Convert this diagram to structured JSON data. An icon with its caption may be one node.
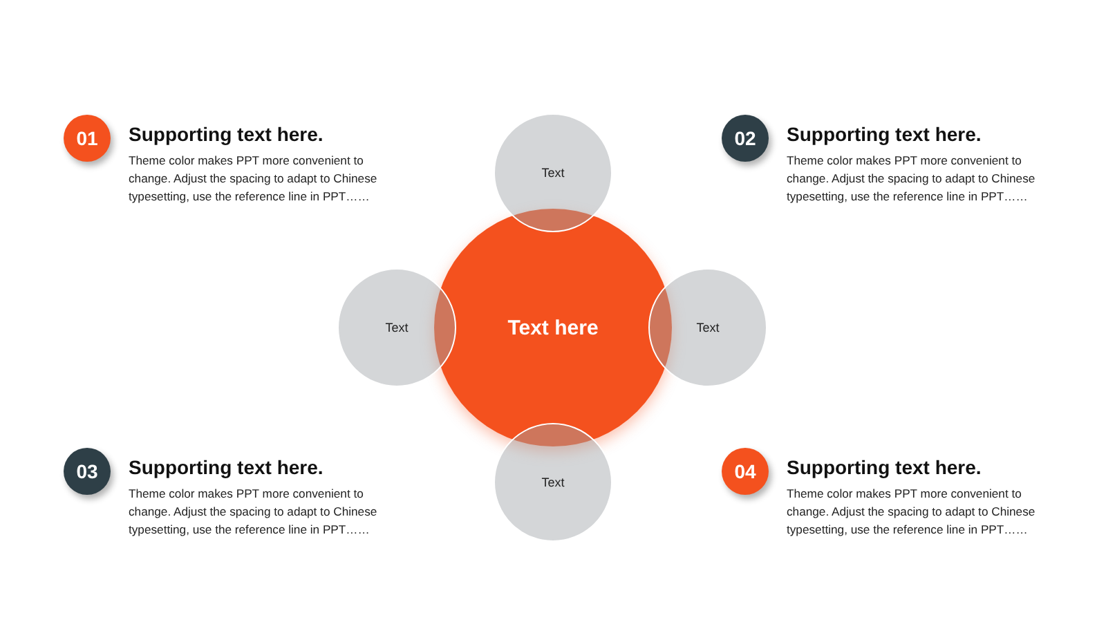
{
  "diagram": {
    "nodes": [
      {
        "text": [
          "01"
        ],
        "beside": [
          "Supporting text here.",
          "Theme color makes PPT more convenient to change. Adjust the spacing to adapt to Chinese typesetting, use the reference line in PPT……"
        ]
      },
      {
        "text": [
          "Text"
        ]
      },
      {
        "text": [
          "02"
        ],
        "beside": [
          "Supporting text here.",
          "Theme color makes PPT more convenient to change. Adjust the spacing to adapt to Chinese typesetting, use the reference line in PPT……"
        ]
      },
      {
        "text": [
          "Text"
        ]
      },
      {
        "text": [
          "Text here"
        ]
      },
      {
        "text": [
          "Text"
        ]
      },
      {
        "text": [
          "03"
        ],
        "beside": [
          "Supporting text here.",
          "Theme color makes PPT more convenient to change. Adjust the spacing to adapt to Chinese typesetting, use the reference line in PPT……"
        ]
      },
      {
        "text": [
          "Text"
        ]
      },
      {
        "text": [
          "04"
        ],
        "beside": [
          "Supporting text here.",
          "Theme color makes PPT more convenient to change. Adjust the spacing to adapt to Chinese typesetting, use the reference line in PPT……"
        ]
      }
    ],
    "edges": []
  }
}
